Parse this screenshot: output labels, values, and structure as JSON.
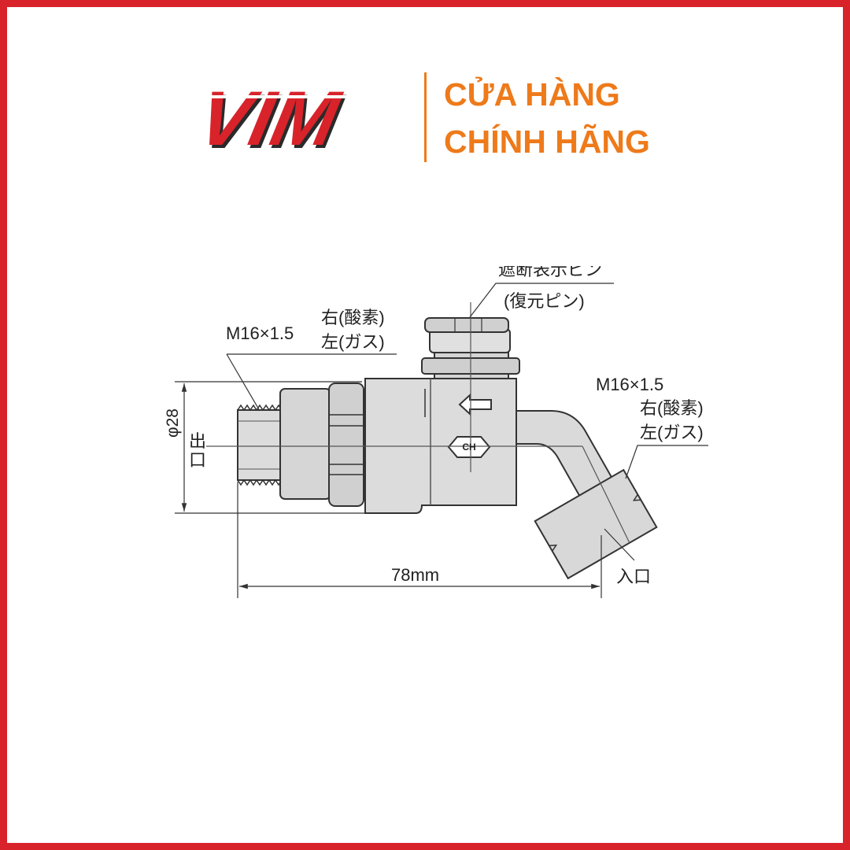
{
  "brand": {
    "logo_text": "VIM",
    "tagline_line1": "CỬA HÀNG",
    "tagline_line2": "CHÍNH HÃNG",
    "frame_color": "#d8232a",
    "logo_color": "#d8232a",
    "tagline_color": "#ee7a1a"
  },
  "diagram": {
    "left_thread": "M16×1.5",
    "left_right_label": "右(酸素)",
    "left_left_label": "左(ガス)",
    "pin_label_top": "遮断表示ピン",
    "pin_label": "(復元ピン)",
    "right_thread": "M16×1.5",
    "right_right_label": "右(酸素)",
    "right_left_label": "左(ガス)",
    "diameter": "φ28",
    "outlet": "出口",
    "inlet": "入口",
    "length": "78mm",
    "marking": "CH"
  }
}
